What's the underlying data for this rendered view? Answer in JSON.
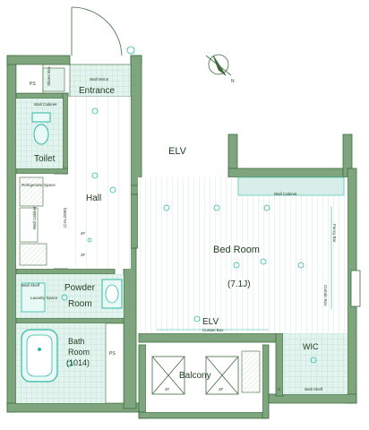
{
  "colors": {
    "wall": "#7fa57f",
    "wall_dark": "#3d6b3d",
    "floor": "#d9f1ea",
    "floor_line": "#9ccfc2",
    "teal_fixture": "#2fb8a8",
    "text": "#1e3a1e"
  },
  "rooms": {
    "entrance": "Entrance",
    "hall": "Hall",
    "toilet": "Toilet",
    "bedroom": "Bed Room",
    "bedroom_size": "(7.1J)",
    "elv": "ELV",
    "powder": "Powder",
    "powder2": "Room",
    "bath": "Bath",
    "bath2": "Room",
    "bath3": "(1014)",
    "balcony": "Balcony",
    "wic": "WIC"
  },
  "labels": {
    "ps_top": "PS",
    "ps_bottom": "PS",
    "shoes_box": "Shoes Box",
    "wall_mirror": "Wall Mirror",
    "wall_cabinet_toilet": "Wall Cabinet",
    "refrigerator": "Refrigerator Space",
    "wall_cabinet_hall": "Wall Cabinet",
    "wall_cabinet_bed": "Wall Cabinet",
    "wall_shelf": "Wall Shelf",
    "laundry": "Laundry Space",
    "curtain_box_bottom": "Curtain Box",
    "curtain_box_right": "Curtain Box",
    "fancy_bar": "Fancy Bar",
    "floor_4f": "4F",
    "floor_3f": "3F",
    "balcony_4f": "4F",
    "balcony_3f": "3F",
    "wic_s": "S",
    "wic_wall_shelf": "Wall Shelf",
    "ch_note": "(CH=2500)",
    "door_marker": "①"
  }
}
